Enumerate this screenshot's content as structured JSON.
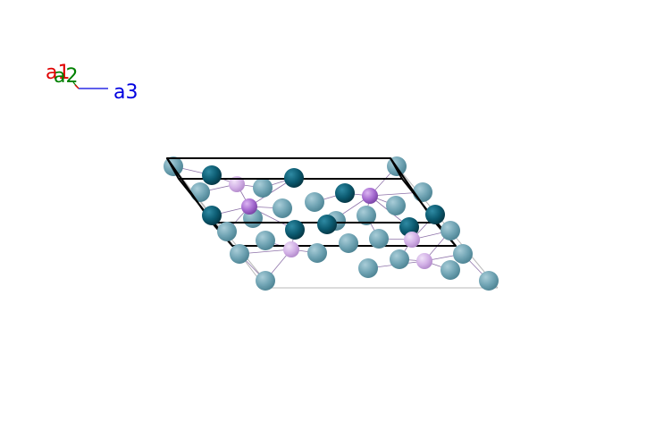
{
  "axes": {
    "a1": {
      "label": "a1",
      "color": "#e00000"
    },
    "a2": {
      "label": "a2",
      "color": "#008000"
    },
    "a3": {
      "label": "a3",
      "color": "#0000e0"
    }
  },
  "colors": {
    "cell_edge": "#000000",
    "cell_edge_faint": "#b0b0b0",
    "bond": "#7a5a9a",
    "atom_dark": "#0b5a70",
    "atom_teal": "#6fa3b3",
    "atom_purple": "#a56ad0",
    "atom_purple_light": "#d2b0e6"
  }
}
